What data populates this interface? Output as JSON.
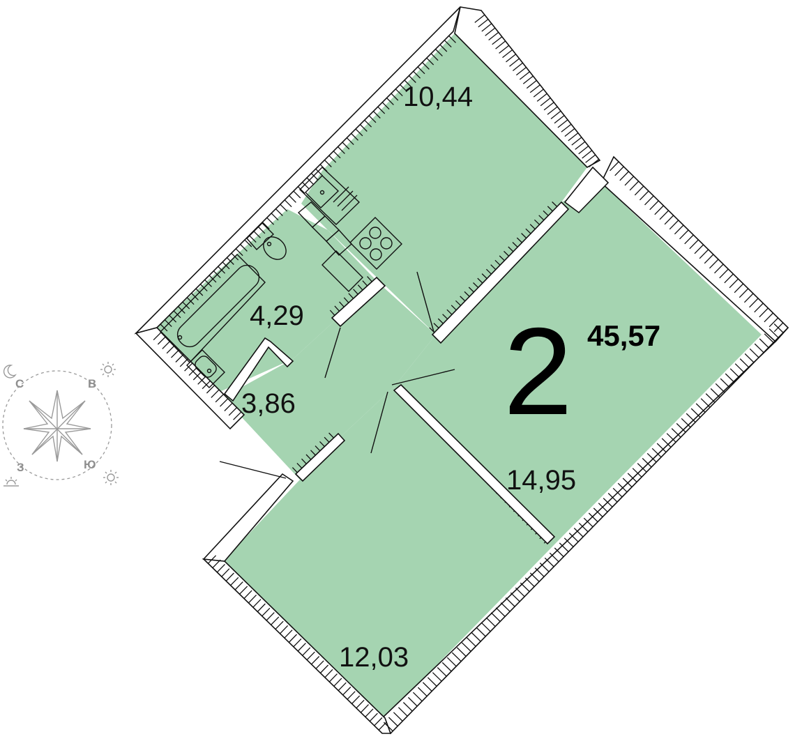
{
  "plan": {
    "rooms_count": "2",
    "total_area": "45,57",
    "rooms": [
      {
        "id": "kitchen",
        "area": "10,44"
      },
      {
        "id": "bathroom",
        "area": "4,29"
      },
      {
        "id": "hallway",
        "area": "3,86"
      },
      {
        "id": "room-right",
        "area": "14,95"
      },
      {
        "id": "room-bottom",
        "area": "12,03"
      }
    ],
    "fill_color": "#a5d4b1"
  },
  "compass": {
    "north": "С",
    "east": "В",
    "south": "Ю",
    "west": "З",
    "icons": [
      "moon-icon",
      "sun-icon",
      "sun-icon",
      "sunrise-icon"
    ],
    "color": "#9a9a9a"
  }
}
